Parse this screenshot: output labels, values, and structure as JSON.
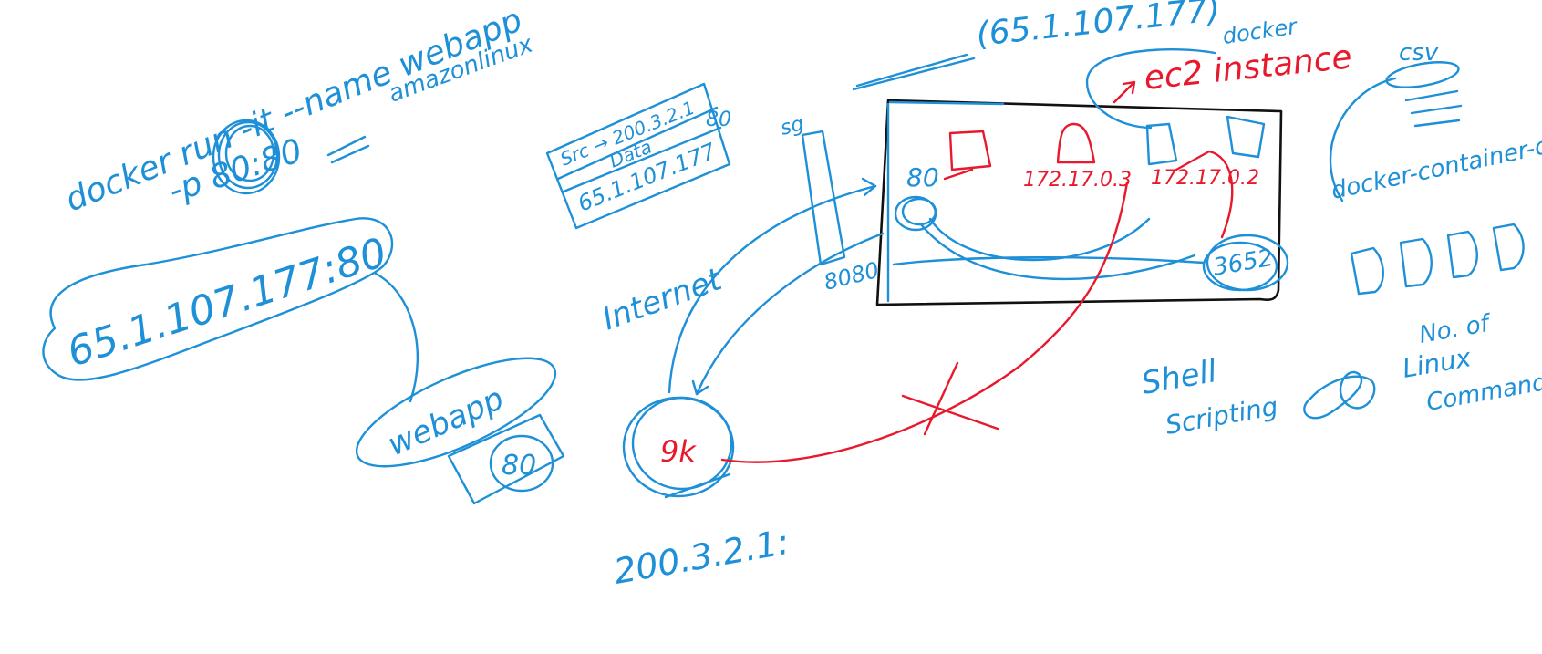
{
  "colors": {
    "blue_ink": "#1e90d8",
    "red_ink": "#e8192c",
    "black_ink": "#111111",
    "background": "#ffffff"
  },
  "left_notes": {
    "command_line1": "docker run -it --name webapp",
    "command_line2": "-p 80:80",
    "image_name": "amazonlinux",
    "public_endpoint": "65.1.107.177:80",
    "container_label": "webapp",
    "container_port": "80"
  },
  "packet": {
    "src": "Src → 200.3.2.1",
    "data": "Data",
    "dst": "65.1.107.177",
    "port": "80"
  },
  "network": {
    "security_group": "sg",
    "internet": "Internet",
    "client_ip": "200.3.2.1:",
    "client_port": "9k"
  },
  "ec2": {
    "public_ip": "(65.1.107.177)",
    "label": "ec2 instance",
    "docker_label": "docker",
    "host_port_80": "80",
    "host_port_8080": "8080",
    "container_ip_a": "172.17.0.3",
    "container_ip_b": "172.17.0.2",
    "ephemeral_port": "3652"
  },
  "right_notes": {
    "csv_label": "csv",
    "script_name": "docker-container-create.sh",
    "shell": "Shell",
    "scripting": "Scripting",
    "no_of": "No. of",
    "linux": "Linux",
    "commands": "Commands"
  }
}
